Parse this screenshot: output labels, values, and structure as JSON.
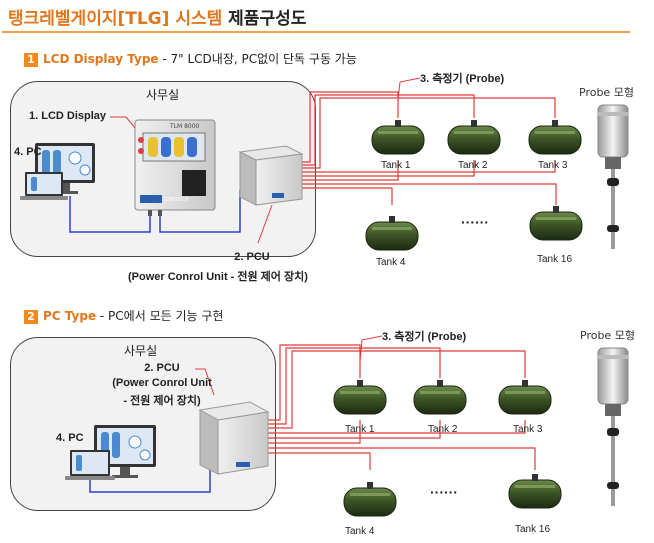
{
  "page": {
    "title_part1": "탱크레벨게이지[TLG] 시스템",
    "title_part2": "제품구성도"
  },
  "section1": {
    "number": "1",
    "title": "LCD Display Type",
    "description": " - 7\" LCD내장, PC없이 단독 구동 가능",
    "room_label": "사무실",
    "lcd_label": "1. LCD Display",
    "pc_label": "4. PC",
    "probe_label": "3. 측정기 (Probe)",
    "pcu_label": "2. PCU",
    "pcu_desc": "(Power Conrol Unit - 전원 제어 장치)",
    "tanks": [
      "Tank 1",
      "Tank 2",
      "Tank 3",
      "Tank 4",
      "Tank 16"
    ],
    "dots": "······",
    "probe_model": "Probe 모형",
    "lcd_brand": "TLM 8000",
    "lcd_logo": "CONTECH"
  },
  "section2": {
    "number": "2",
    "title": "PC Type",
    "description": " - PC에서 모든 기능 구현",
    "room_label": "사무실",
    "pcu_label": "2. PCU",
    "pcu_desc1": "(Power Conrol Unit",
    "pcu_desc2": "- 전원 제어 장치)",
    "pc_label": "4. PC",
    "probe_label": "3. 측정기 (Probe)",
    "tanks": [
      "Tank 1",
      "Tank 2",
      "Tank 3",
      "Tank 4",
      "Tank 16"
    ],
    "dots": "······",
    "probe_model": "Probe 모형"
  },
  "colors": {
    "accent": "#e0771e",
    "badge": "#f08a1e",
    "wire_red": "#e23b3b",
    "wire_blue": "#2a3fcf",
    "tank_green": "#3f5a2a"
  }
}
